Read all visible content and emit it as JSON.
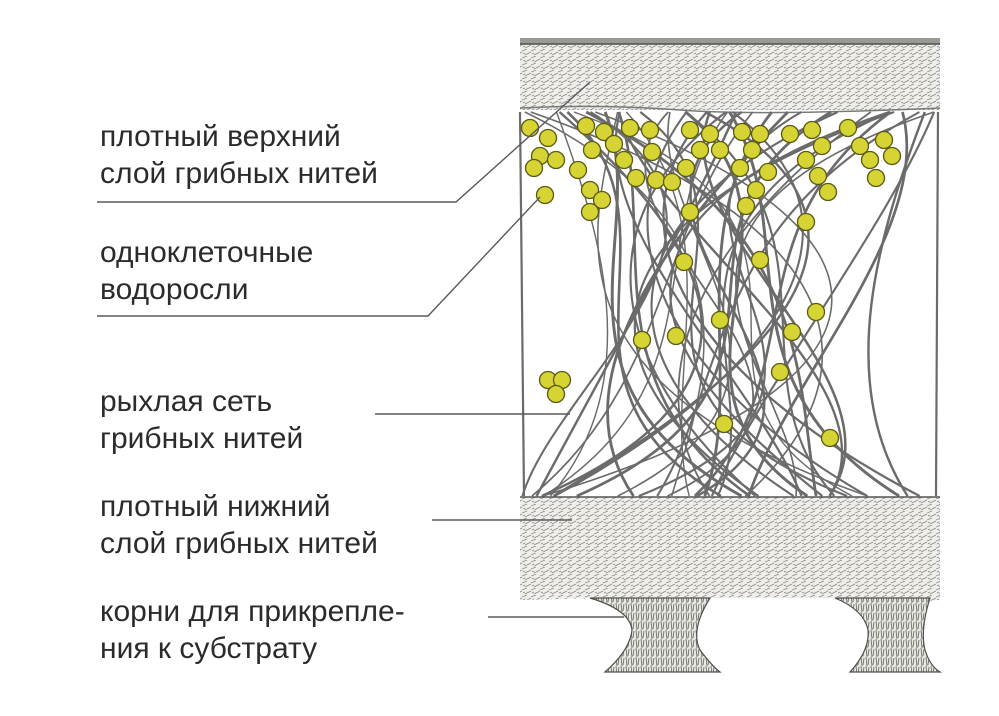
{
  "labels": [
    {
      "id": "upper-layer",
      "lines": [
        "плотный верхний",
        "слой грибных нитей"
      ]
    },
    {
      "id": "algae",
      "lines": [
        "одноклеточные",
        "водоросли"
      ]
    },
    {
      "id": "loose-net",
      "lines": [
        "рыхлая сеть",
        "грибных нитей"
      ]
    },
    {
      "id": "lower-layer",
      "lines": [
        "плотный нижний",
        "слой грибных нитей"
      ]
    },
    {
      "id": "roots",
      "lines": [
        "корни для прикрепле-",
        "ния к субстрату"
      ]
    }
  ],
  "colors": {
    "text": "#2b2b2b",
    "leader": "#5a5a5a",
    "algae_fill": "#d6d334",
    "algae_stroke": "#5b5a16",
    "hyphae_stroke": "#6b6b6b",
    "layer_fill": "#ecebe6"
  }
}
